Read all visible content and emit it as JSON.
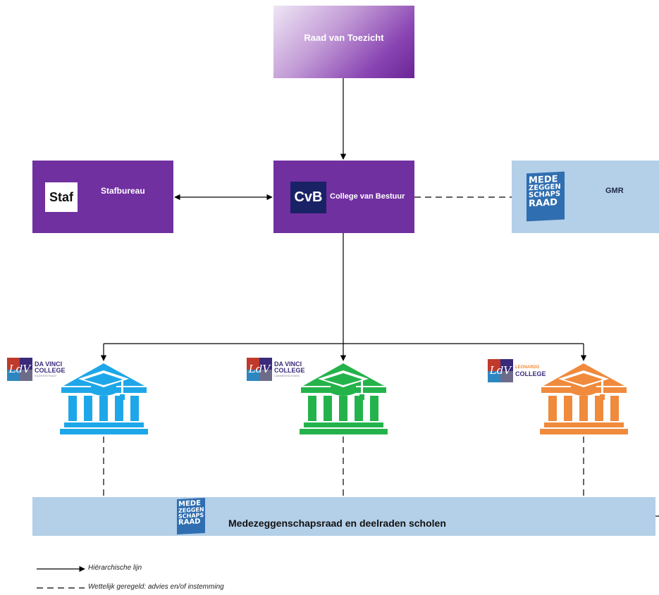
{
  "nodes": {
    "raad_van_toezicht": {
      "label": "Raad van Toezicht"
    },
    "stafbureau": {
      "label": "Stafbureau",
      "badge": "Staf"
    },
    "college_van_bestuur": {
      "label": "College van Bestuur",
      "badge": "CvB"
    },
    "gmr": {
      "label": "GMR"
    },
    "medezeggenschapsraad": {
      "label": "Medezeggenschapsraad en deelraden scholen"
    }
  },
  "mr_logo": {
    "line1": "MEDE",
    "line2": "ZEGGEN",
    "line3": "SCHAPS",
    "line4": "RAAD"
  },
  "schools": [
    {
      "mark": "LdV",
      "name_line1": "DA VINCI",
      "name_line2": "COLLEGE",
      "sub": "KADERSTRAAT",
      "color": "#1ea7e8",
      "icon": "school-building-icon"
    },
    {
      "mark": "LdV",
      "name_line1": "DA VINCI",
      "name_line2": "COLLEGE",
      "sub": "LAMMENSCHANS",
      "color": "#24b34b",
      "icon": "school-building-icon"
    },
    {
      "mark": "LdV",
      "name_line1": "LEONARDO",
      "name_line2": "COLLEGE",
      "sub": "",
      "color": "#f08a3c",
      "icon": "school-building-icon"
    }
  ],
  "legend": {
    "hierarchical": "Hiërarchische lijn",
    "statutory": "Wettelijk geregeld: advies en/of instemming"
  },
  "colors": {
    "purple": "#7030a0",
    "light_blue": "#b4cfe8",
    "logo_blue": "#2f6eb0"
  }
}
